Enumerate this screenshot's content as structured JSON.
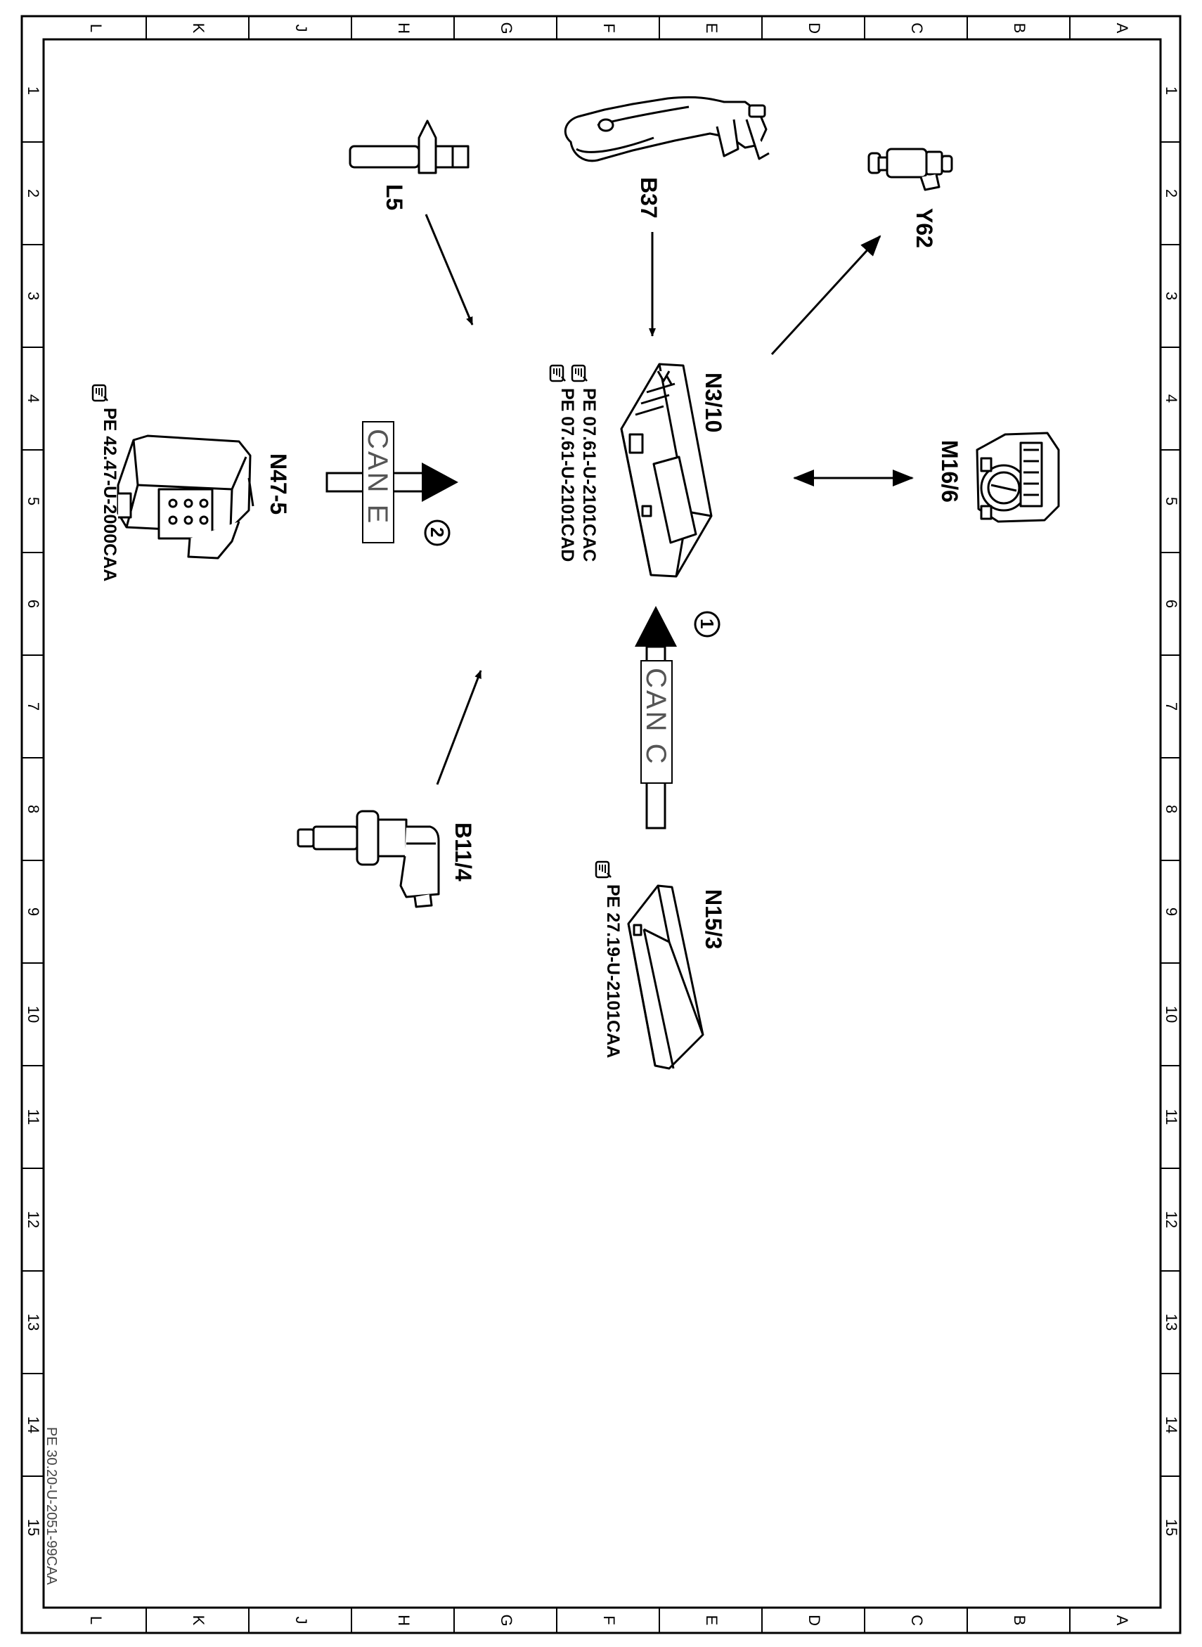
{
  "grid": {
    "columns": [
      "L",
      "K",
      "J",
      "H",
      "G",
      "F",
      "E",
      "D",
      "C",
      "B",
      "A"
    ],
    "rows": [
      "1",
      "2",
      "3",
      "4",
      "5",
      "6",
      "7",
      "8",
      "9",
      "10",
      "11",
      "12",
      "13",
      "14",
      "15"
    ]
  },
  "document_id": "PE 30.20-U-2051-99CAA",
  "components": {
    "l5": {
      "label": "L5"
    },
    "b37": {
      "label": "B37"
    },
    "y62": {
      "label": "Y62"
    },
    "n3_10": {
      "label": "N3/10",
      "refs": [
        "PE 07.61-U-2101CAC",
        "PE 07.61-U-2101CAD"
      ]
    },
    "m16_6": {
      "label": "M16/6"
    },
    "n47_5": {
      "label": "N47-5",
      "ref": "PE 42.47-U-2000CAA"
    },
    "b11_4": {
      "label": "B11/4"
    },
    "n15_3": {
      "label": "N15/3",
      "ref": "PE 27.19-U-2101CAA"
    }
  },
  "buses": {
    "can_e": {
      "label": "CAN E",
      "number": "2"
    },
    "can_c": {
      "label": "CAN C",
      "number": "1"
    }
  },
  "icons": {
    "reference": "pointing-hand-icon"
  },
  "colors": {
    "ink": "#000000",
    "paper": "#ffffff",
    "bus_label": "#555555"
  }
}
